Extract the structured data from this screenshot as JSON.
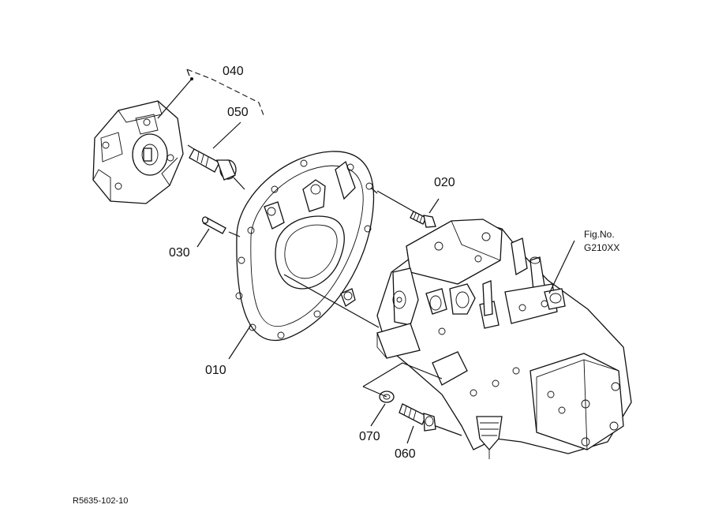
{
  "callouts": {
    "c010": "010",
    "c020": "020",
    "c030": "030",
    "c040": "040",
    "c050": "050",
    "c060": "060",
    "c070": "070"
  },
  "figure_ref": {
    "line1": "Fig.No.",
    "line2": "G210XX"
  },
  "drawing_code": "R5635-102-10"
}
